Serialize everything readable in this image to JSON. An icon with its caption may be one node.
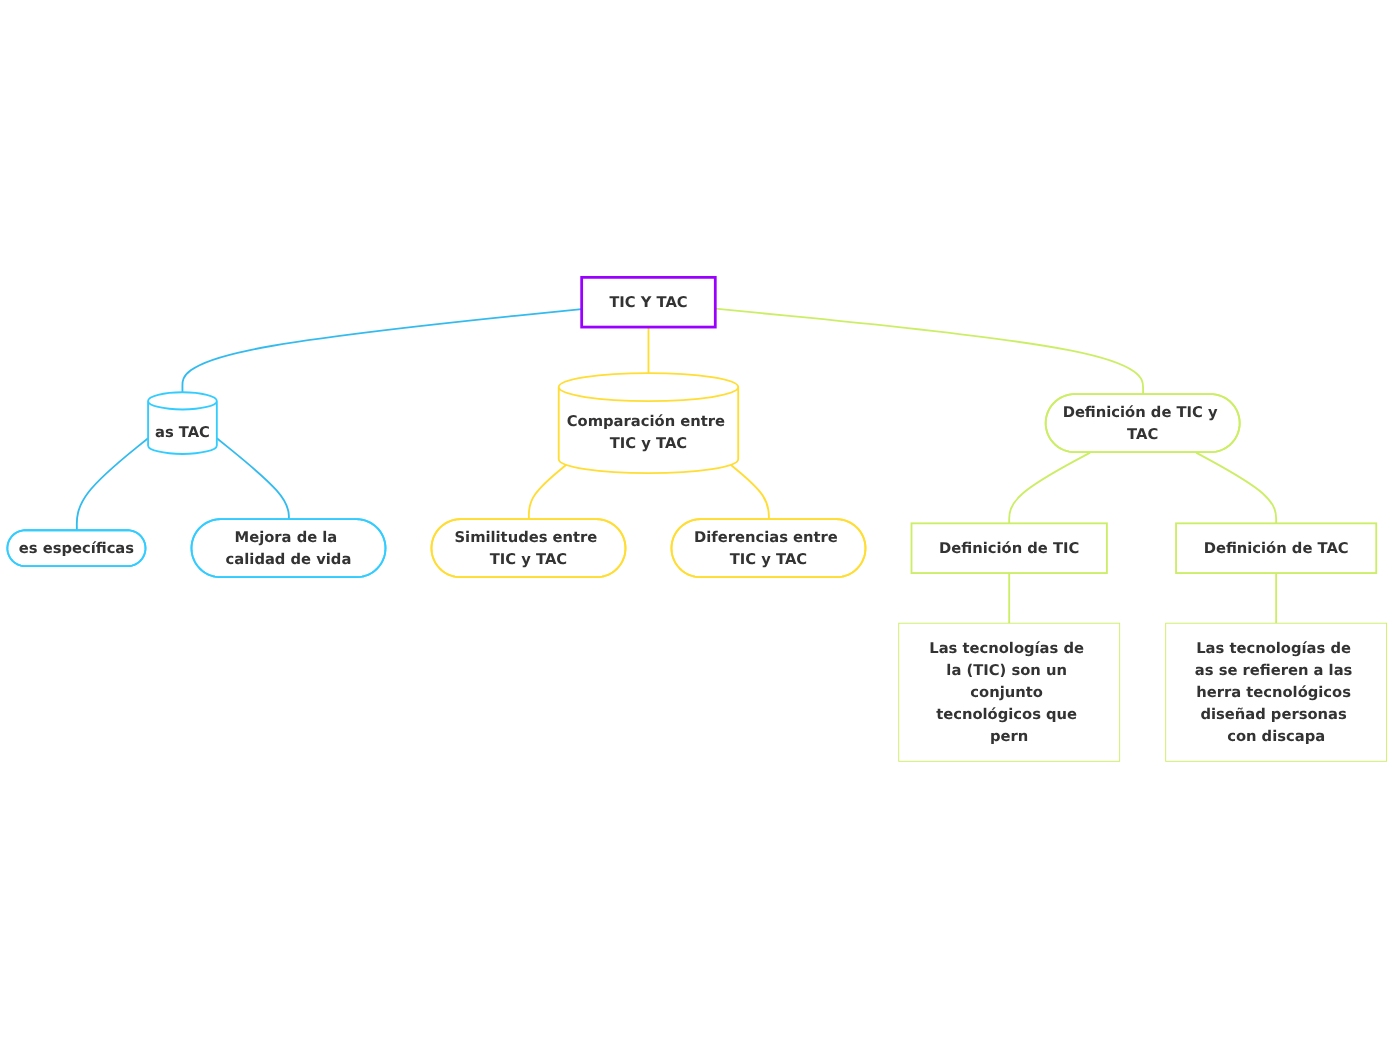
{
  "diagram": {
    "nodes": [
      {
        "text": [
          "TIC Y TAC"
        ]
      },
      {
        "text": [
          "as TAC"
        ]
      },
      {
        "text": [
          "es específicas"
        ]
      },
      {
        "text": [
          "Mejora de la calidad de vida"
        ]
      },
      {
        "text": [
          "Comparación entre TIC y TAC"
        ]
      },
      {
        "text": [
          "Similitudes entre TIC y TAC"
        ]
      },
      {
        "text": [
          "Diferencias entre TIC y TAC"
        ]
      },
      {
        "text": [
          "Definición de TIC y TAC"
        ]
      },
      {
        "text": [
          "Definición de TIC"
        ]
      },
      {
        "text": [
          "Definición de TAC"
        ]
      },
      {
        "text": [
          "Las tecnologías de la (TIC) son un conjunto tecnológicos que pern"
        ]
      },
      {
        "text": [
          "Las tecnologías de as se refieren a las herra tecnológicos diseñad personas con discapa"
        ]
      }
    ],
    "edges": [
      {
        "from": 0,
        "to": 1,
        "arrow": "none",
        "color": "#33bbee"
      },
      {
        "from": 1,
        "to": 2,
        "arrow": "none",
        "color": "#33bbee"
      },
      {
        "from": 1,
        "to": 3,
        "arrow": "none",
        "color": "#33bbee"
      },
      {
        "from": 0,
        "to": 4,
        "arrow": "none",
        "color": "#ffdd33"
      },
      {
        "from": 4,
        "to": 5,
        "arrow": "none",
        "color": "#ffdd33"
      },
      {
        "from": 4,
        "to": 6,
        "arrow": "none",
        "color": "#ffdd33"
      },
      {
        "from": 0,
        "to": 7,
        "arrow": "none"
      },
      {
        "from": 7,
        "to": 8,
        "arrow": "none"
      },
      {
        "from": 7,
        "to": 9,
        "arrow": "none"
      },
      {
        "from": 8,
        "to": 10,
        "arrow": "none"
      },
      {
        "from": 9,
        "to": 11,
        "arrow": "none"
      }
    ]
  }
}
